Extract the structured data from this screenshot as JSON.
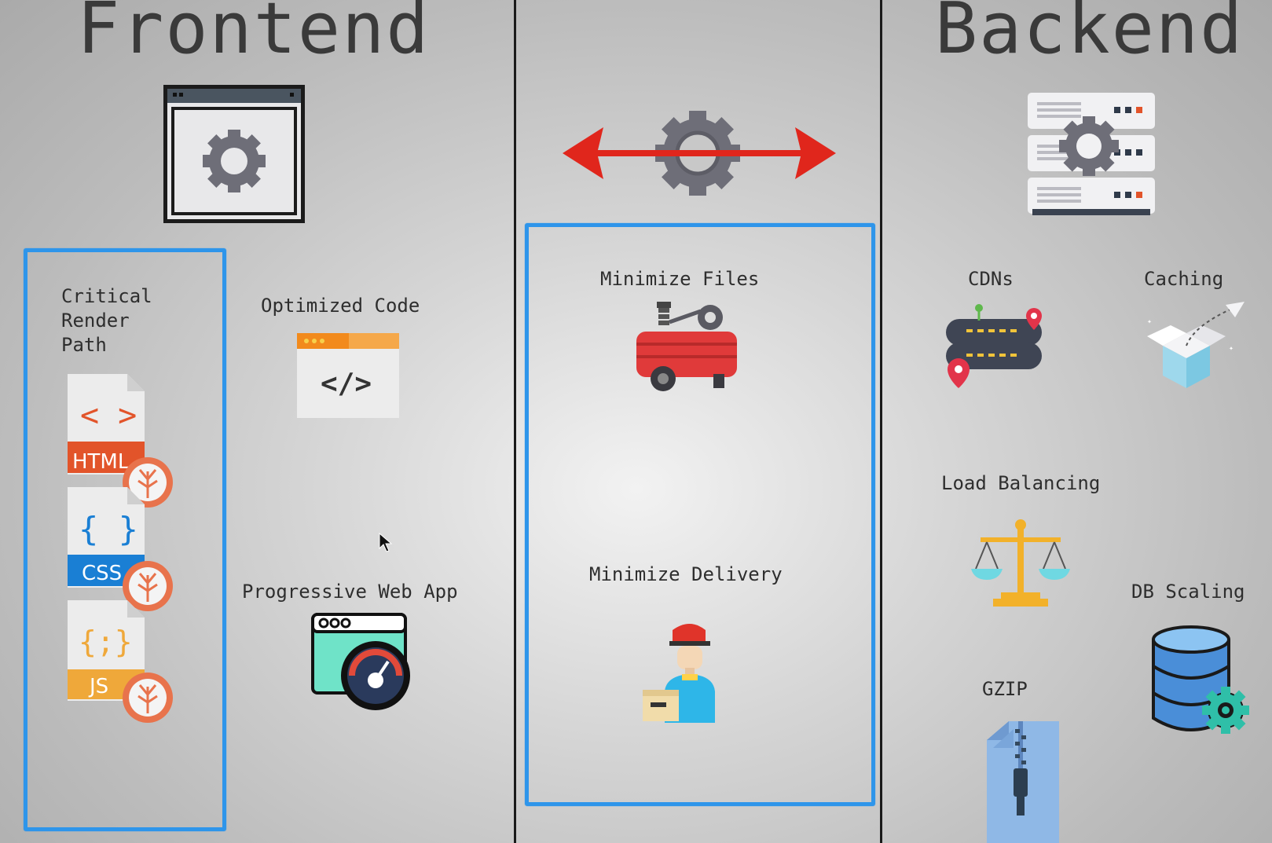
{
  "headings": {
    "frontend": "Frontend",
    "backend": "Backend"
  },
  "frontend": {
    "critical_render_path": [
      "Critical",
      "Render",
      "Path"
    ],
    "optimized_code": "Optimized Code",
    "pwa": "Progressive Web App",
    "file_badges": {
      "html": "HTML",
      "css": "CSS",
      "js": "JS"
    }
  },
  "middle": {
    "minimize_files": "Minimize Files",
    "minimize_delivery": "Minimize Delivery"
  },
  "backend": {
    "cdns": "CDNs",
    "caching": "Caching",
    "load_balancing": "Load Balancing",
    "db_scaling": "DB Scaling",
    "gzip": "GZIP"
  },
  "colors": {
    "highlight_box": "#2e95ea",
    "arrow": "#e0261c",
    "gear": "#6e6e78"
  },
  "icons": [
    "browser-gear-icon",
    "double-arrow-gear-icon",
    "server-gear-icon",
    "html-file-icon",
    "css-file-icon",
    "js-file-icon",
    "code-window-icon",
    "pwa-speedometer-icon",
    "air-compressor-icon",
    "delivery-man-icon",
    "cdn-route-icon",
    "open-box-icon",
    "balance-scale-icon",
    "database-gear-icon",
    "zip-file-icon",
    "mouse-cursor-icon"
  ]
}
